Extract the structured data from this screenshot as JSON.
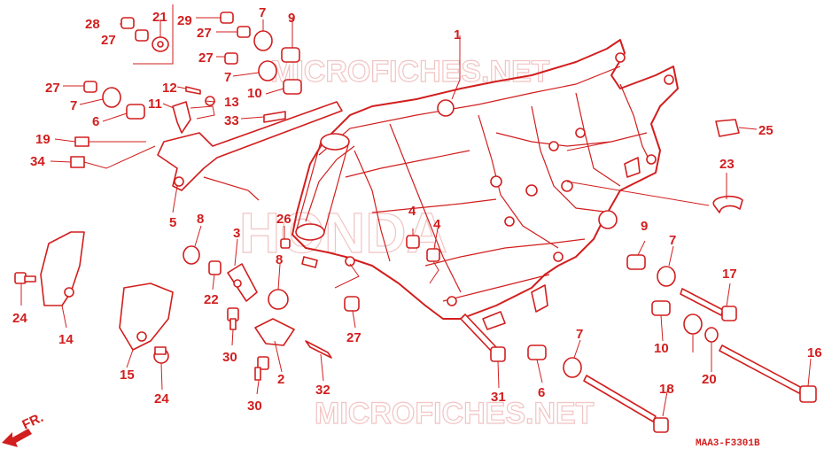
{
  "diagram": {
    "code": "MAA3-F3301B",
    "watermarks": [
      "MICROFICHES.NET",
      "HONDA",
      "MICROFICHES.NET"
    ],
    "direction_label": "FR.",
    "labels": [
      "1",
      "2",
      "3",
      "4",
      "4",
      "5",
      "6",
      "6",
      "7",
      "7",
      "7",
      "7",
      "7",
      "8",
      "8",
      "9",
      "9",
      "10",
      "10",
      "11",
      "12",
      "13",
      "14",
      "15",
      "16",
      "17",
      "18",
      "19",
      "20",
      "21",
      "22",
      "23",
      "24",
      "24",
      "25",
      "26",
      "27",
      "27",
      "27",
      "27",
      "27",
      "28",
      "29",
      "30",
      "30",
      "31",
      "32",
      "33",
      "34"
    ]
  },
  "colors": {
    "ink": "#d21e1e",
    "watermark": "#f2c4c4",
    "background": "#ffffff"
  }
}
